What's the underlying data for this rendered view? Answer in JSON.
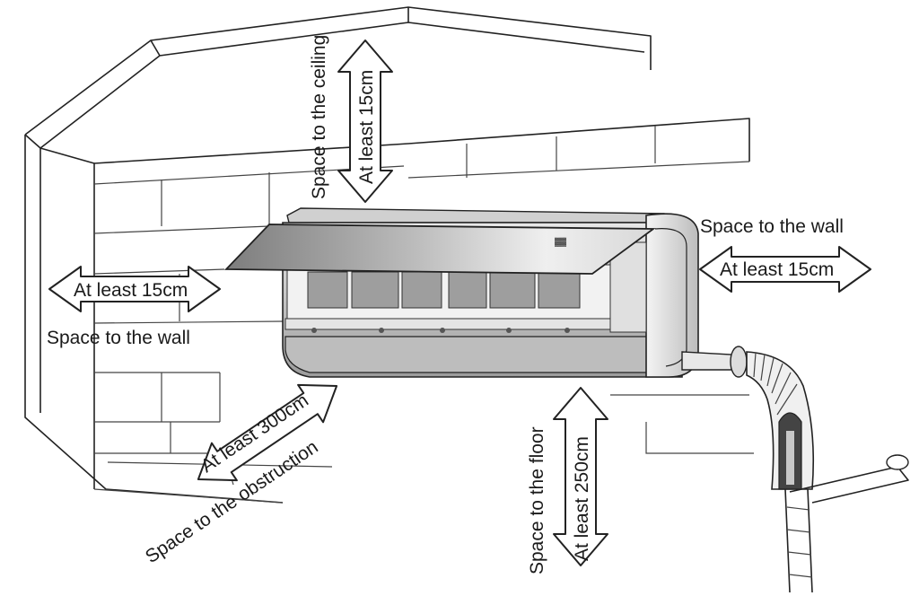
{
  "labels": {
    "space_ceiling": "Space to the ceiling",
    "ceiling_distance": "At least 15cm",
    "space_right_wall": "Space to the wall",
    "right_wall_distance": "At least 15cm",
    "left_wall_distance": "At least 15cm",
    "space_left_wall": "Space to the wall",
    "obstruction_distance": "At least 300cm",
    "space_obstruction": "Space to the obstruction",
    "space_floor": "Space to the floor",
    "floor_distance": "At least 250cm"
  },
  "colors": {
    "line": "#222222",
    "panel_dark": "#8a8a8a",
    "panel_light": "#e6e6e6",
    "body": "#cfcfcf",
    "filter": "#9a9a9a"
  }
}
